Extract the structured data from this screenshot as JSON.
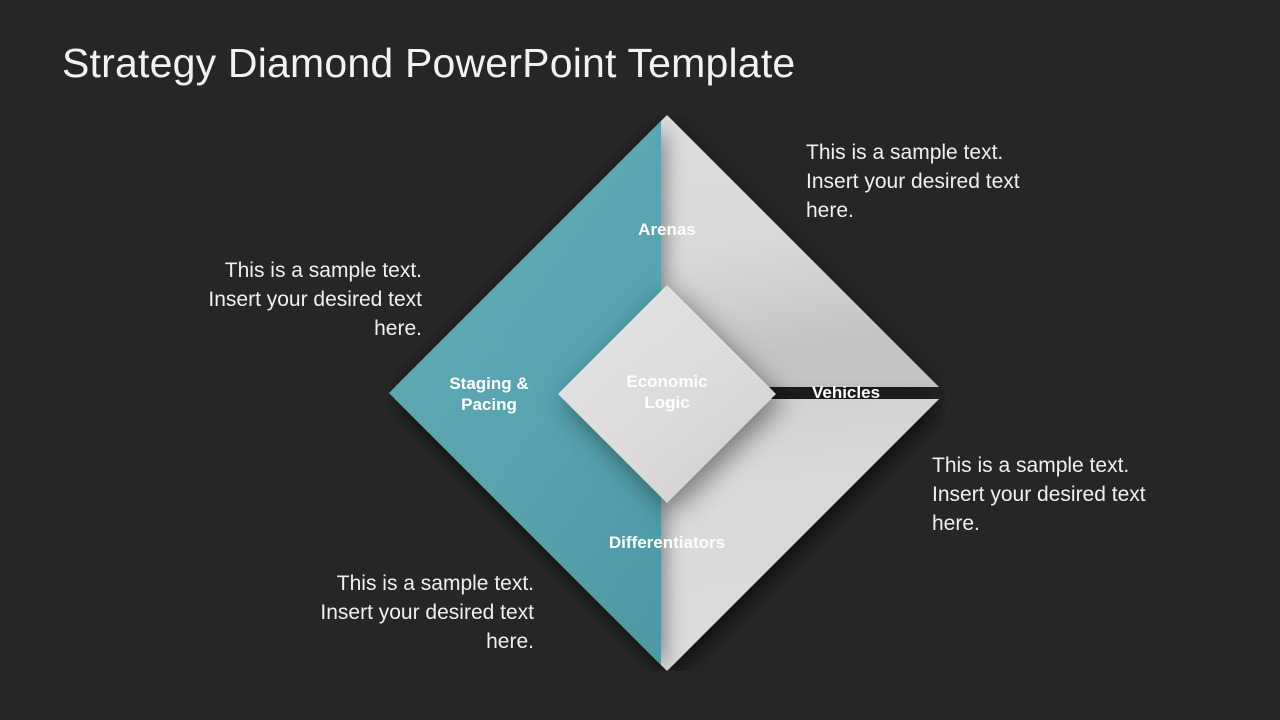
{
  "slide": {
    "title": "Strategy Diamond PowerPoint Template",
    "background_color": "#262626"
  },
  "theme": {
    "accent_color": "#58a4b0",
    "shape_color": "#d9d9d9",
    "text_color": "#f0f0f0",
    "label_color": "#ffffff"
  },
  "diagram": {
    "name": "strategy-diamond",
    "center": {
      "label": "Economic\nLogic",
      "color": "#dcdcdc"
    },
    "quadrants": [
      {
        "id": "arenas",
        "label": "Arenas",
        "position": "top",
        "color": "#d9d9d9",
        "highlighted": false
      },
      {
        "id": "vehicles",
        "label": "Vehicles",
        "position": "right",
        "color": "#d9d9d9",
        "highlighted": false
      },
      {
        "id": "differentiators",
        "label": "Differentiators",
        "position": "bottom",
        "color": "#d9d9d9",
        "highlighted": false
      },
      {
        "id": "staging-pacing",
        "label": "Staging &\nPacing",
        "position": "left",
        "color": "#58a4b0",
        "highlighted": true
      }
    ]
  },
  "callouts": [
    {
      "id": "top-right",
      "for": "arenas",
      "text": "This is a sample text.\nInsert your desired text\nhere.",
      "align": "left"
    },
    {
      "id": "left",
      "for": "staging-pacing",
      "text": "This is a sample text.\nInsert your desired text\nhere.",
      "align": "right"
    },
    {
      "id": "bottom-left",
      "for": "differentiators",
      "text": "This is a sample text.\nInsert your desired text\nhere.",
      "align": "right"
    },
    {
      "id": "bottom-right",
      "for": "vehicles",
      "text": "This is a sample text.\nInsert your desired text\nhere.",
      "align": "left"
    }
  ]
}
